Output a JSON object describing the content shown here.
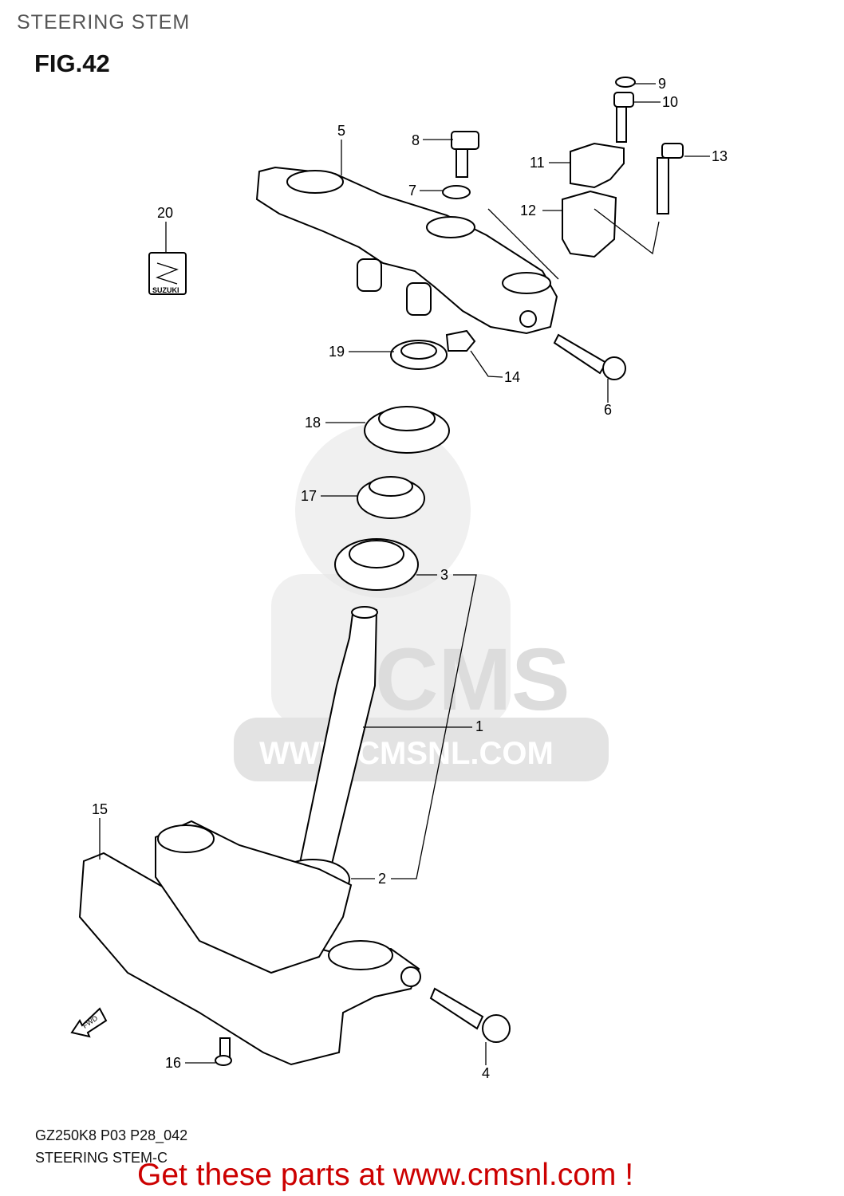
{
  "header": {
    "title": "STEERING STEM",
    "figure": "FIG.42"
  },
  "footer": {
    "model_code": "GZ250K8 P03 P28_042",
    "caption": "STEERING STEM-C",
    "promo": "Get these parts at www.cmsnl.com !"
  },
  "watermark": {
    "logo_text": "CMS",
    "url_text": "WWW.CMSNL.COM"
  },
  "emblem": {
    "text": "SUZUKI"
  },
  "fwd_arrow": {
    "text": "FWD"
  },
  "callouts": {
    "c1": "1",
    "c2": "2",
    "c3": "3",
    "c4": "4",
    "c5": "5",
    "c6": "6",
    "c7": "7",
    "c8": "8",
    "c9": "9",
    "c10": "10",
    "c11": "11",
    "c12": "12",
    "c13": "13",
    "c14": "14",
    "c15": "15",
    "c16": "16",
    "c17": "17",
    "c18": "18",
    "c19": "19",
    "c20": "20"
  }
}
